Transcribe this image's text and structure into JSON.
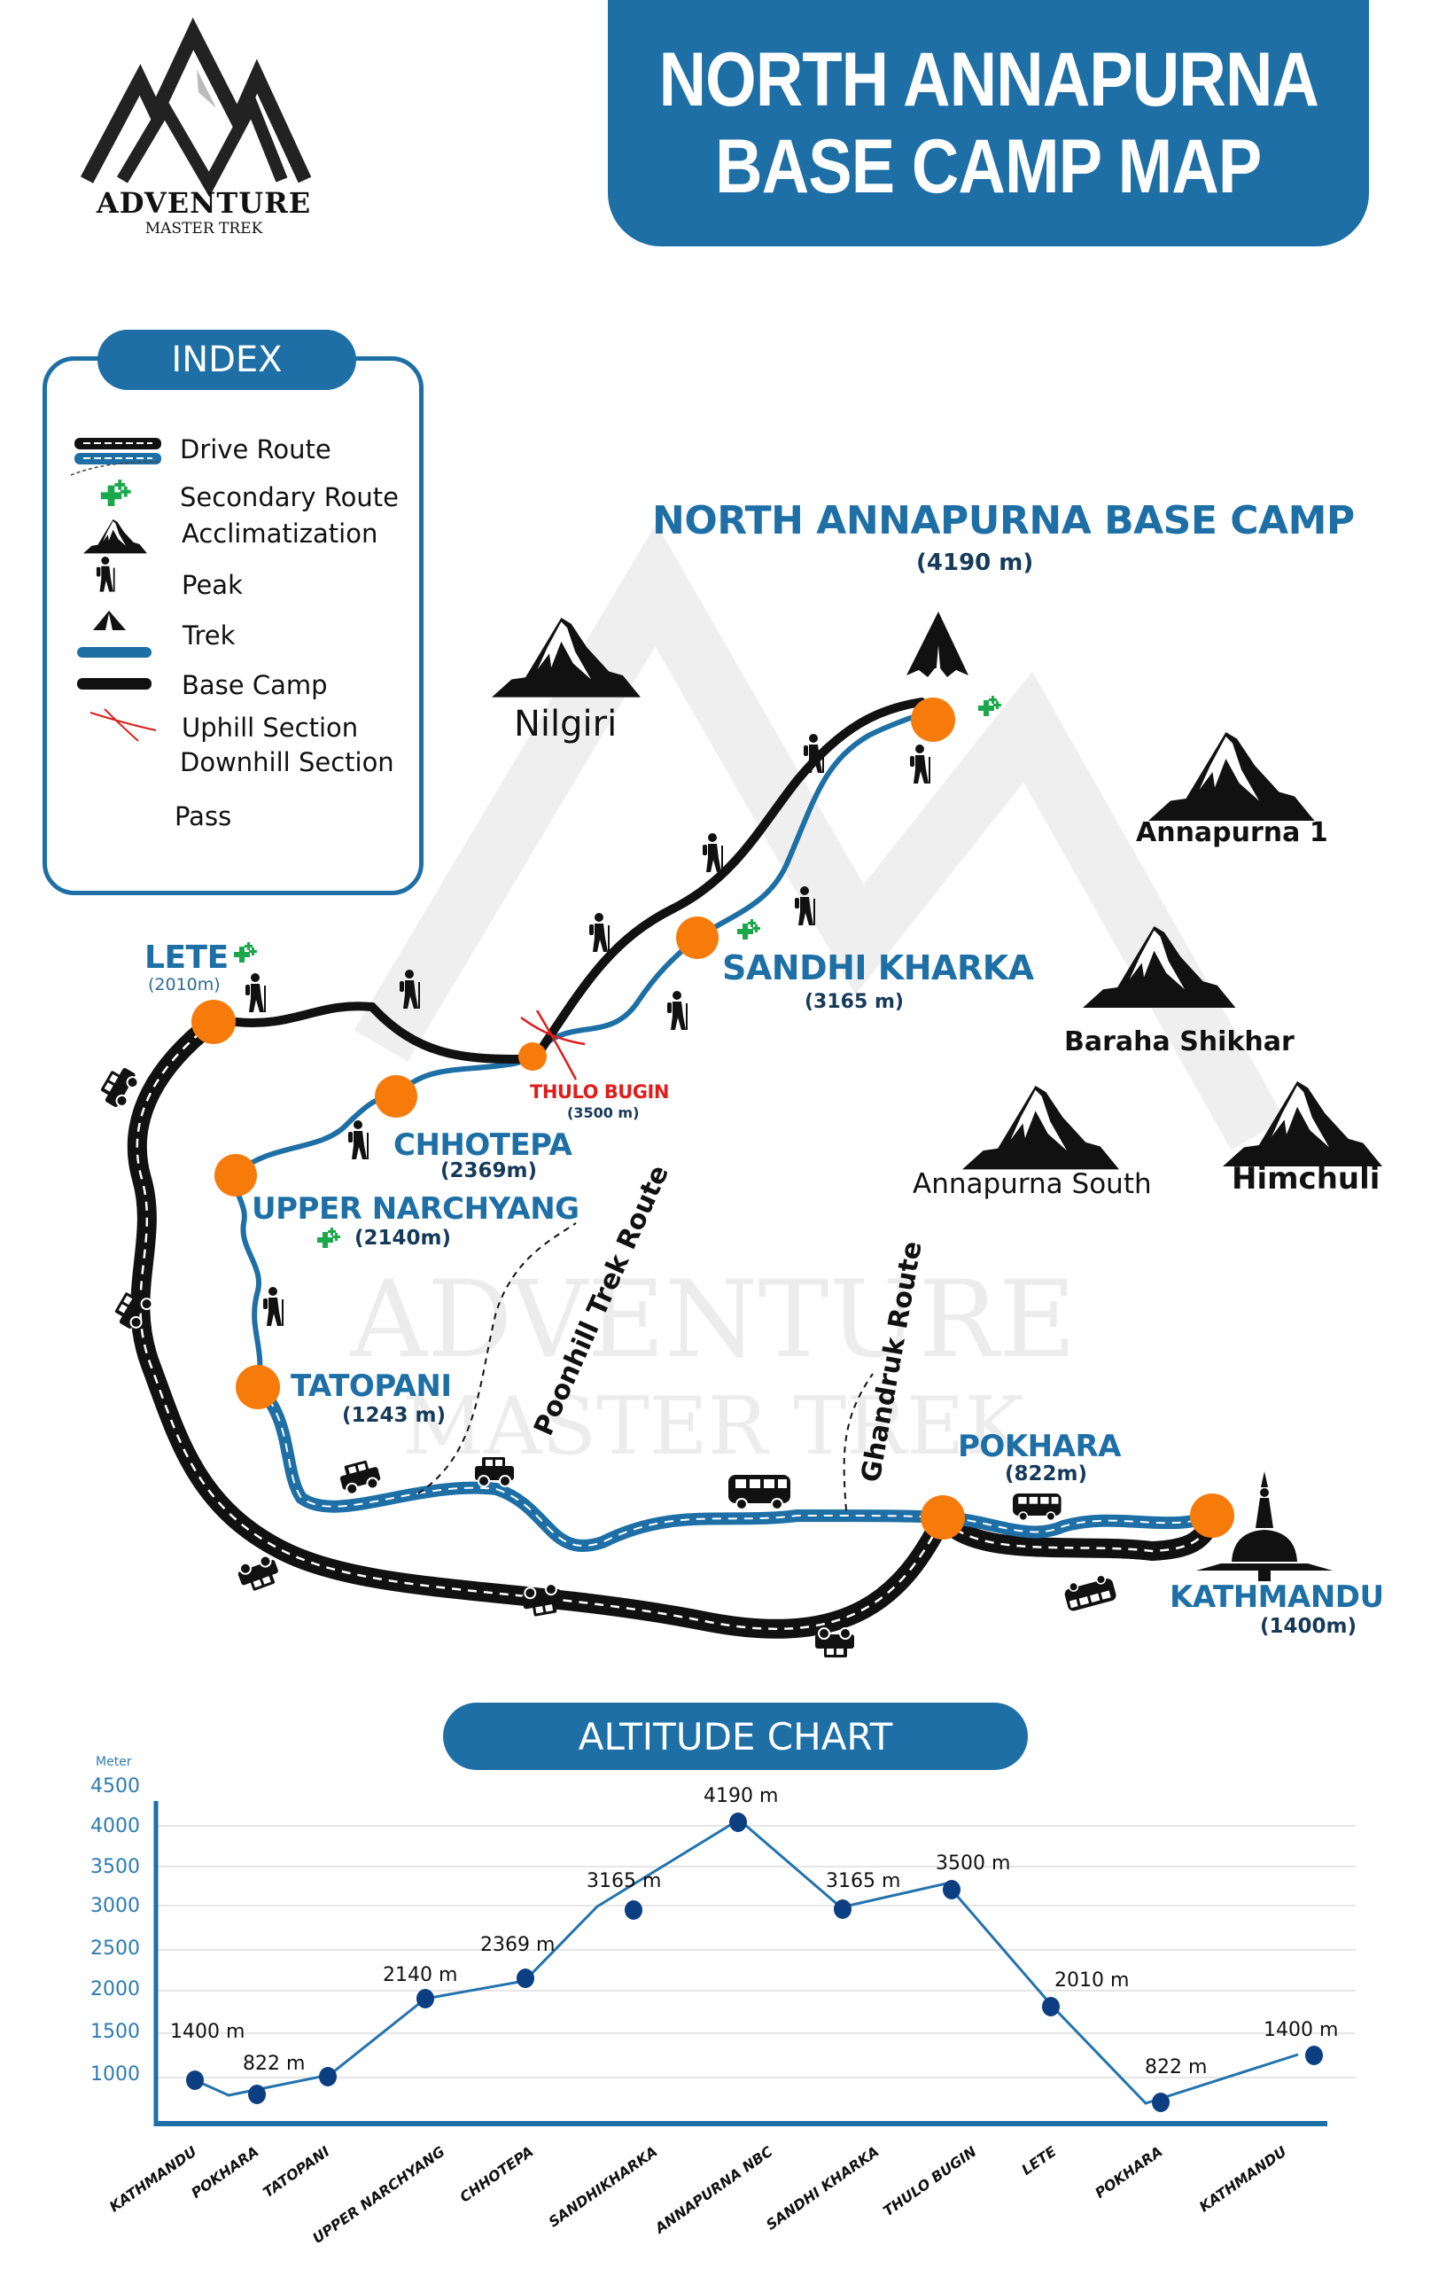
{
  "logo": {
    "brand": "ADVENTURE",
    "sub": "MASTER TREK"
  },
  "title": {
    "line1": "NORTH ANNAPURNA",
    "line2": "BASE CAMP MAP"
  },
  "colors": {
    "primary_blue": "#1d6fa5",
    "orange_stop": "#f77b0b",
    "pass_red": "#e01c1c",
    "acclimatization_green": "#1aa84a",
    "dark": "#111111"
  },
  "index": {
    "title": "INDEX",
    "items": [
      {
        "icon": "drive-route-icon",
        "label": "Drive Route"
      },
      {
        "icon": "secondary-route-icon",
        "label": "Secondary Route"
      },
      {
        "icon": "acclimatization-icon",
        "label": "Acclimatization"
      },
      {
        "icon": "peak-icon",
        "label": "Peak"
      },
      {
        "icon": "trek-icon",
        "label": "Trek"
      },
      {
        "icon": "base-camp-icon",
        "label": "Base Camp"
      },
      {
        "icon": "uphill-section-icon",
        "label": "Uphill Section"
      },
      {
        "icon": "downhill-section-icon",
        "label": "Downhill  Section"
      },
      {
        "icon": "pass-icon",
        "label": "Pass"
      }
    ]
  },
  "map": {
    "watermark": {
      "line1": "ADVENTURE",
      "line2": "MASTER TREK"
    },
    "destination": {
      "name": "NORTH ANNAPURNA BASE CAMP",
      "altitude": "(4190 m)"
    },
    "stops": [
      {
        "name": "SANDHI KHARKA",
        "altitude": "(3165 m)"
      },
      {
        "name": "THULO BUGIN",
        "altitude": "(3500 m)"
      },
      {
        "name": "LETE",
        "altitude": "(2010m)"
      },
      {
        "name": "CHHOTEPA",
        "altitude": "(2369m)"
      },
      {
        "name": "UPPER NARCHYANG",
        "altitude": "(2140m)"
      },
      {
        "name": "TATOPANI",
        "altitude": "(1243 m)"
      },
      {
        "name": "POKHARA",
        "altitude": "(822m)"
      },
      {
        "name": "KATHMANDU",
        "altitude": "(1400m)"
      }
    ],
    "peaks": [
      "Nilgiri",
      "Annapurna 1",
      "Baraha Shikhar",
      "Annapurna South",
      "Himchuli"
    ],
    "secondary_routes": [
      "Poonhill Trek Route",
      "Ghandruk Route"
    ]
  },
  "chart": {
    "title": "ALTITUDE CHART",
    "y_unit": "Meter",
    "y_ticks": [
      "4500",
      "4000",
      "3500",
      "3000",
      "2500",
      "2000",
      "1500",
      "1000"
    ]
  },
  "chart_data": {
    "type": "line",
    "title": "ALTITUDE CHART",
    "xlabel": "",
    "ylabel": "Meter",
    "ylim": [
      500,
      4500
    ],
    "yticks": [
      1000,
      1500,
      2000,
      2500,
      3000,
      3500,
      4000,
      4500
    ],
    "grid": true,
    "categories": [
      "KATHMANDU",
      "POKHARA",
      "TATOPANI",
      "UPPER NARCHYANG",
      "CHHOTEPA",
      "SANDHIKHARKA",
      "ANNAPURNA NBC",
      "SANDHI KHARKA",
      "THULO BUGIN",
      "LETE",
      "POKHARA",
      "KATHMANDU"
    ],
    "values": [
      1400,
      822,
      1243,
      2140,
      2369,
      3165,
      4190,
      3165,
      3500,
      2010,
      822,
      1400
    ],
    "data_labels": [
      "1400 m",
      "822 m",
      "",
      "2140 m",
      "2369 m",
      "3165 m",
      "4190 m",
      "3165 m",
      "3500 m",
      "2010 m",
      "822 m",
      "1400 m"
    ],
    "series": [
      {
        "name": "Altitude",
        "values": [
          1400,
          822,
          1243,
          2140,
          2369,
          3165,
          4190,
          3165,
          3500,
          2010,
          822,
          1400
        ]
      }
    ]
  }
}
